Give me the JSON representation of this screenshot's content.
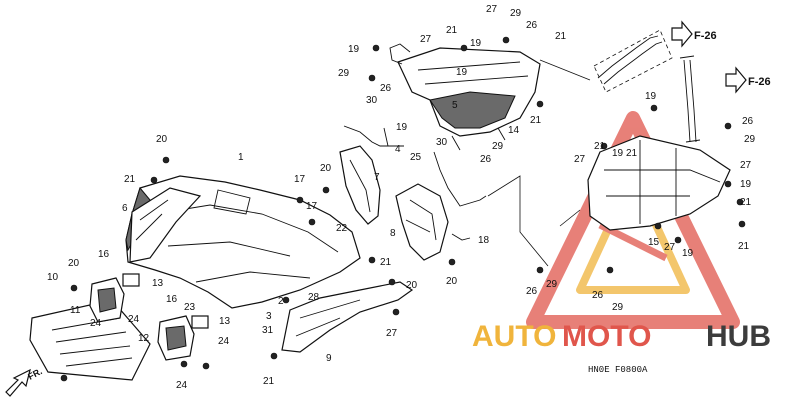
{
  "callouts": [
    {
      "id": "c1",
      "text": "1"
    },
    {
      "id": "c2",
      "text": "2"
    },
    {
      "id": "c3",
      "text": "3"
    },
    {
      "id": "c4",
      "text": "4"
    },
    {
      "id": "c5",
      "text": "5"
    },
    {
      "id": "c6",
      "text": "6"
    },
    {
      "id": "c7",
      "text": "7"
    },
    {
      "id": "c8",
      "text": "8"
    },
    {
      "id": "c9",
      "text": "9"
    },
    {
      "id": "c10",
      "text": "10"
    },
    {
      "id": "c11",
      "text": "11"
    },
    {
      "id": "c12",
      "text": "12"
    },
    {
      "id": "c13a",
      "text": "13"
    },
    {
      "id": "c13b",
      "text": "13"
    },
    {
      "id": "c14",
      "text": "14"
    },
    {
      "id": "c15",
      "text": "15"
    },
    {
      "id": "c16a",
      "text": "16"
    },
    {
      "id": "c16b",
      "text": "16"
    },
    {
      "id": "c17a",
      "text": "17"
    },
    {
      "id": "c17b",
      "text": "17"
    },
    {
      "id": "c18",
      "text": "18"
    },
    {
      "id": "c19a",
      "text": "19"
    },
    {
      "id": "c19b",
      "text": "19"
    },
    {
      "id": "c19c",
      "text": "19"
    },
    {
      "id": "c19d",
      "text": "19"
    },
    {
      "id": "c19e",
      "text": "19"
    },
    {
      "id": "c19f",
      "text": "19"
    },
    {
      "id": "c19g",
      "text": "19"
    },
    {
      "id": "c19h",
      "text": "19"
    },
    {
      "id": "c20a",
      "text": "20"
    },
    {
      "id": "c20b",
      "text": "20"
    },
    {
      "id": "c20c",
      "text": "20"
    },
    {
      "id": "c20d",
      "text": "20"
    },
    {
      "id": "c20e",
      "text": "20"
    },
    {
      "id": "c21a",
      "text": "21"
    },
    {
      "id": "c21b",
      "text": "21"
    },
    {
      "id": "c21c",
      "text": "21"
    },
    {
      "id": "c21d",
      "text": "21"
    },
    {
      "id": "c21e",
      "text": "21"
    },
    {
      "id": "c21f",
      "text": "21"
    },
    {
      "id": "c21g",
      "text": "21"
    },
    {
      "id": "c21h",
      "text": "21"
    },
    {
      "id": "c21i",
      "text": "21"
    },
    {
      "id": "c21j",
      "text": "21"
    },
    {
      "id": "c22",
      "text": "22"
    },
    {
      "id": "c23",
      "text": "23"
    },
    {
      "id": "c24a",
      "text": "24"
    },
    {
      "id": "c24b",
      "text": "24"
    },
    {
      "id": "c24c",
      "text": "24"
    },
    {
      "id": "c24d",
      "text": "24"
    },
    {
      "id": "c25",
      "text": "25"
    },
    {
      "id": "c26a",
      "text": "26"
    },
    {
      "id": "c26b",
      "text": "26"
    },
    {
      "id": "c26c",
      "text": "26"
    },
    {
      "id": "c26d",
      "text": "26"
    },
    {
      "id": "c26e",
      "text": "26"
    },
    {
      "id": "c26f",
      "text": "26"
    },
    {
      "id": "c27a",
      "text": "27"
    },
    {
      "id": "c27b",
      "text": "27"
    },
    {
      "id": "c27c",
      "text": "27"
    },
    {
      "id": "c27d",
      "text": "27"
    },
    {
      "id": "c27e",
      "text": "27"
    },
    {
      "id": "c27f",
      "text": "27"
    },
    {
      "id": "c28",
      "text": "28"
    },
    {
      "id": "c29a",
      "text": "29"
    },
    {
      "id": "c29b",
      "text": "29"
    },
    {
      "id": "c29c",
      "text": "29"
    },
    {
      "id": "c29d",
      "text": "29"
    },
    {
      "id": "c29e",
      "text": "29"
    },
    {
      "id": "c29f",
      "text": "29"
    },
    {
      "id": "c30a",
      "text": "30"
    },
    {
      "id": "c30b",
      "text": "30"
    },
    {
      "id": "c31",
      "text": "31"
    }
  ],
  "references": {
    "f26_top": "F-26",
    "f26_right": "F-26"
  },
  "direction_label": "FR.",
  "diagram_code": "HN0E  F0800A",
  "watermark": {
    "part1": "AUTO",
    "part2": "MOTO",
    "part3": "HUB"
  },
  "colors": {
    "watermark_orange": "#f0b43c",
    "watermark_red": "#e0564c",
    "watermark_dark": "#3c3c3c",
    "line": "#111111"
  }
}
